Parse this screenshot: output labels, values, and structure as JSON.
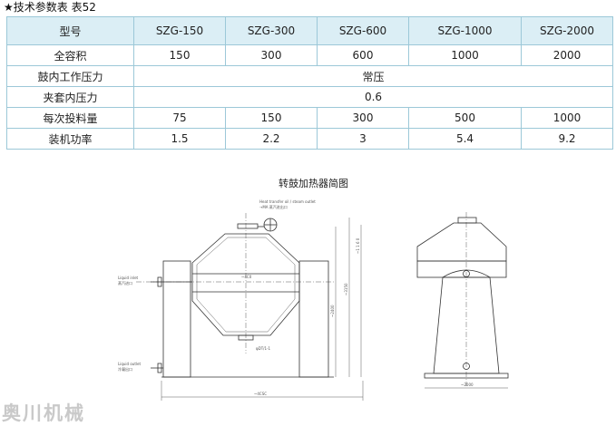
{
  "caption": "★技术参数表 表52",
  "table": {
    "header": [
      "型号",
      "SZG-150",
      "SZG-300",
      "SZG-600",
      "SZG-1000",
      "SZG-2000"
    ],
    "rows": [
      {
        "label": "全容积",
        "cells": [
          "150",
          "300",
          "600",
          "1000",
          "2000"
        ]
      },
      {
        "label": "鼓内工作压力",
        "span": "常压"
      },
      {
        "label": "夹套内压力",
        "span": "0.6"
      },
      {
        "label": "每次投料量",
        "cells": [
          "75",
          "150",
          "300",
          "500",
          "1000"
        ]
      },
      {
        "label": "装机功率",
        "cells": [
          "1.5",
          "2.2",
          "3",
          "5.4",
          "9.2"
        ]
      }
    ]
  },
  "drawing": {
    "title": "转鼓加热器简图",
    "labels": {
      "top_note": "Heat transfer oil / steam outlet",
      "top_note2": "→MA 蒸汽进出口",
      "liquid_inlet": "Liquid inlet",
      "liquid_inlet_cn": "蒸汽进口",
      "liquid_outlet": "Liquid outlet",
      "liquid_outlet_cn": "冷凝出口",
      "discharge": "φDT/1-1",
      "dim_overall_width": "~4CSC",
      "dim_right_width": "~2000",
      "dim_height_inner": "~2400",
      "dim_height_total": "~3150",
      "dim_vertical_top": "~1 1 6 0",
      "dim_drum_bottom": "~4C0"
    }
  },
  "watermark": "奥川机械"
}
